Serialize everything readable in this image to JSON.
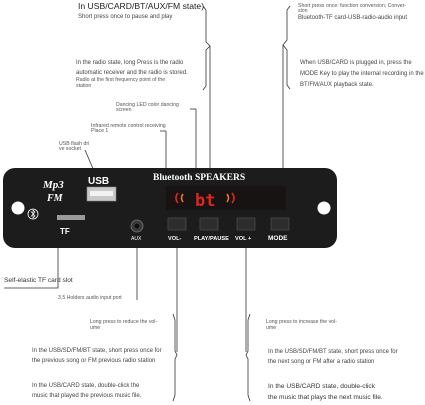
{
  "top_left": {
    "heading": "In USB/CARD/BT/AUX/FM state)",
    "short_press": "Short press once to pause and play",
    "long_press_1": "In the radio state, long Press is the radio",
    "long_press_2": "automatic receiver and the radio is stored.",
    "long_press_3": "Radio at the first frequency point of the",
    "long_press_4": "station"
  },
  "top_right": {
    "short_press_1": "Short press once: function conversion; Conver-",
    "short_press_2": "sion",
    "modes": "Bluetooth-TF card-USB-radio-audio input",
    "usb_1": "When USB/CARD is plugged in, press the",
    "usb_2": "MODE Key to play the internal recording in the",
    "usb_3": "BT/FM/AUX playback state."
  },
  "labels": {
    "led_1": "Dancing LED color dancing",
    "led_2": "screen",
    "ir_1": "Infrared remote control receiving",
    "ir_2": "Place 1",
    "usb_1": "USB flash dri",
    "usb_2": "ve socket",
    "tf": "Self-elastic TF card slot",
    "aux": "3.5 Holders audio input port"
  },
  "board": {
    "logo_1": "Mp3",
    "logo_2": "FM",
    "usb": "USB",
    "tf": "TF",
    "aux": "AUX",
    "title": "Bluetooth SPEAKERS",
    "display": "bt",
    "btn_vol_minus": "VOL-",
    "btn_play": "PLAY/PAUSE",
    "btn_vol_plus": "VOL +",
    "btn_mode": "MODE"
  },
  "bottom_left": {
    "long_1": "Long press to reduce the vol-",
    "long_2": "ume",
    "short_1": "In the USB/SD/FM/BT state, short press once for",
    "short_2": "the previous song or FM previous radio station",
    "double_1": "In the USB/CARD state, double-click the",
    "double_2": "music that played the previous music file."
  },
  "bottom_right": {
    "long_1": "Long press to increase the vol-",
    "long_2": "ume",
    "short_1": "In the USB/SD/FM/BT state, short press once for",
    "short_2": "the next song or FM after a radio station",
    "double_1": "In the USB/CARD state, double-click",
    "double_2": "the music that plays the next music file."
  },
  "colors": {
    "board": "#1c1c1c",
    "led_red": "#e0251b",
    "led_orange": "#f07a22",
    "line": "#333333"
  }
}
